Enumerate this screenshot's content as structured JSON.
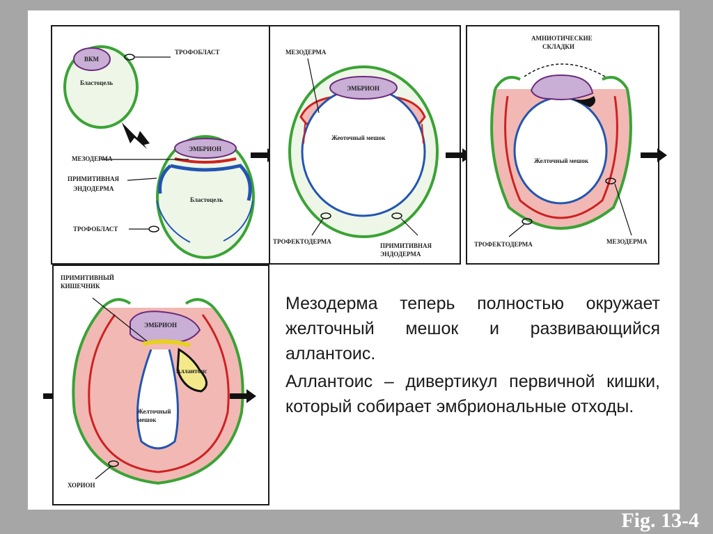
{
  "panel1": {
    "vkm": "ВКМ",
    "trophoblast_top": "ТРОФОБЛАСТ",
    "blastocoel_top": "Бластоцель",
    "embryo": "ЭМБРИОН",
    "mesoderm": "МЕЗОДЕРМА",
    "prim_endoderm_1": "ПРИМИТИВНАЯ",
    "prim_endoderm_2": "ЭНДОДЕРМА",
    "blastocoel_bottom": "Бластоцель",
    "trophoblast_bottom": "ТРОФОБЛАСТ"
  },
  "panel2": {
    "mesoderm": "МЕЗОДЕРМА",
    "embryo": "ЭМБРИОН",
    "yolk_sac": "Жеоточный мешок",
    "trophectoderm": "ТРОФЕКТОДЕРМА",
    "prim_endoderm_1": "ПРИМИТИВНАЯ",
    "prim_endoderm_2": "ЭНДОДЕРМА"
  },
  "panel3": {
    "amniotic_1": "АМНИОТИЧЕСКИЕ",
    "amniotic_2": "СКЛАДКИ",
    "yolk_sac": "Желточный мешок",
    "trophectoderm": "ТРОФЕКТОДЕРМА",
    "mesoderm": "МЕЗОДЕРМА"
  },
  "panel4": {
    "prim_gut_1": "ПРИМИТИВНЫЙ",
    "prim_gut_2": "КИШЕЧНИК",
    "embryo": "ЭМБРИОН",
    "allantois": "Аллантоис",
    "yolk_sac_1": "Желточный",
    "yolk_sac_2": "мешок",
    "chorion": "ХОРИОН"
  },
  "caption": {
    "p1": "Мезодерма теперь полностью окружает желточный мешок и развивающийся аллантоис.",
    "p2": "Аллантоис – дивертикул первичной кишки, который собирает эмбриональные отходы."
  },
  "fig_label": "Fig. 13-4",
  "colors": {
    "green": "#3aa335",
    "red": "#cc2222",
    "blue": "#2255b0",
    "purple": "#c9aed6",
    "pink": "#f2b8b4",
    "yellow": "#f4e98a"
  }
}
